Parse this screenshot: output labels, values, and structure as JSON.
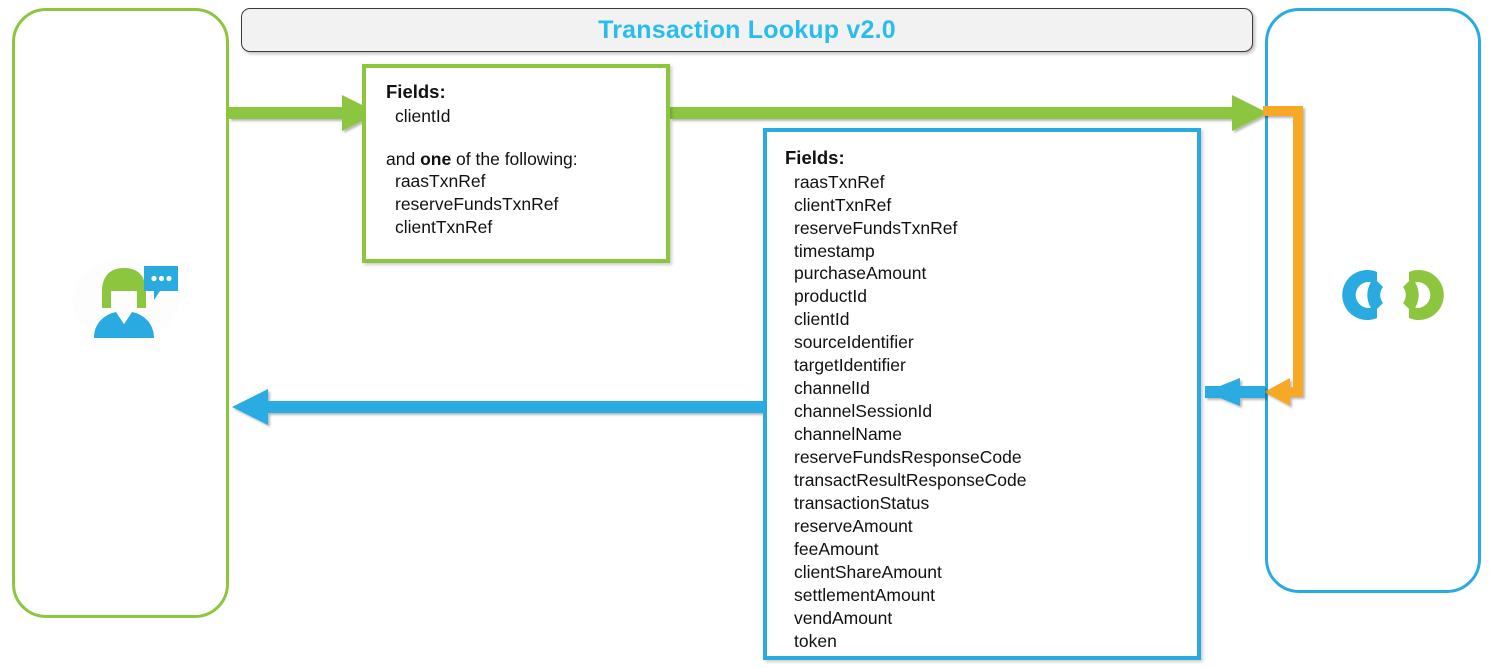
{
  "diagram": {
    "type": "sequence-diagram",
    "title": "Transaction Lookup v2.0",
    "title_color": "#29BDEF",
    "colors": {
      "green": "#8CC63F",
      "blue": "#29ABE2",
      "orange": "#F7A928",
      "title_bar_bg": "#F2F2F2"
    }
  },
  "actors": {
    "left": {
      "name": "client-actor",
      "icon": "person-with-speech-bubble-icon",
      "border_color": "#8CC63F"
    },
    "right": {
      "name": "service-actor",
      "icon": "interlocking-rings-logo",
      "border_color": "#29ABE2"
    }
  },
  "request_box": {
    "heading": "Fields:",
    "fields": [
      "clientId"
    ],
    "note_prefix": "and ",
    "note_bold": "one",
    "note_suffix": " of the following:",
    "alt_fields": [
      "raasTxnRef",
      "reserveFundsTxnRef",
      "clientTxnRef"
    ]
  },
  "response_box": {
    "heading": "Fields:",
    "fields": [
      "raasTxnRef",
      "clientTxnRef",
      "reserveFundsTxnRef",
      "timestamp",
      "purchaseAmount",
      "productId",
      "clientId",
      "sourceIdentifier",
      "targetIdentifier",
      "channelId",
      "channelSessionId",
      "channelName",
      "reserveFundsResponseCode",
      "transactResultResponseCode",
      "transactionStatus",
      "reserveAmount",
      "feeAmount",
      "clientShareAmount",
      "settlementAmount",
      "vendAmount",
      "token"
    ]
  },
  "arrows": [
    {
      "name": "request-arrow-client-to-box",
      "color": "#8CC63F",
      "direction": "right"
    },
    {
      "name": "request-arrow-box-to-service",
      "color": "#8CC63F",
      "direction": "right"
    },
    {
      "name": "service-internal-return",
      "color": "#F7A928",
      "direction": "left"
    },
    {
      "name": "response-arrow-service-to-client",
      "color": "#29ABE2",
      "direction": "left"
    }
  ]
}
